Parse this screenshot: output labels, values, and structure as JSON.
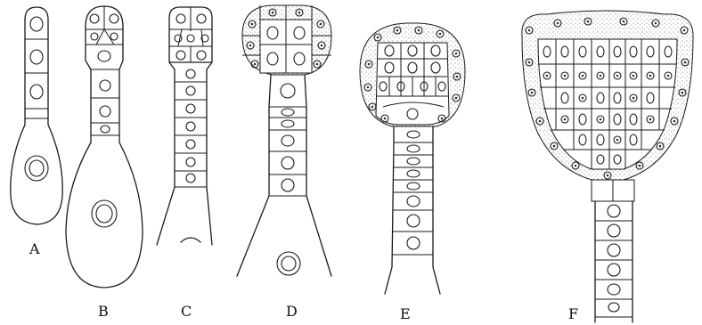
{
  "figure": {
    "stages": [
      {
        "id": "A",
        "label": "A"
      },
      {
        "id": "B",
        "label": "B"
      },
      {
        "id": "C",
        "label": "C"
      },
      {
        "id": "D",
        "label": "D"
      },
      {
        "id": "E",
        "label": "E"
      },
      {
        "id": "F",
        "label": "F"
      }
    ]
  }
}
